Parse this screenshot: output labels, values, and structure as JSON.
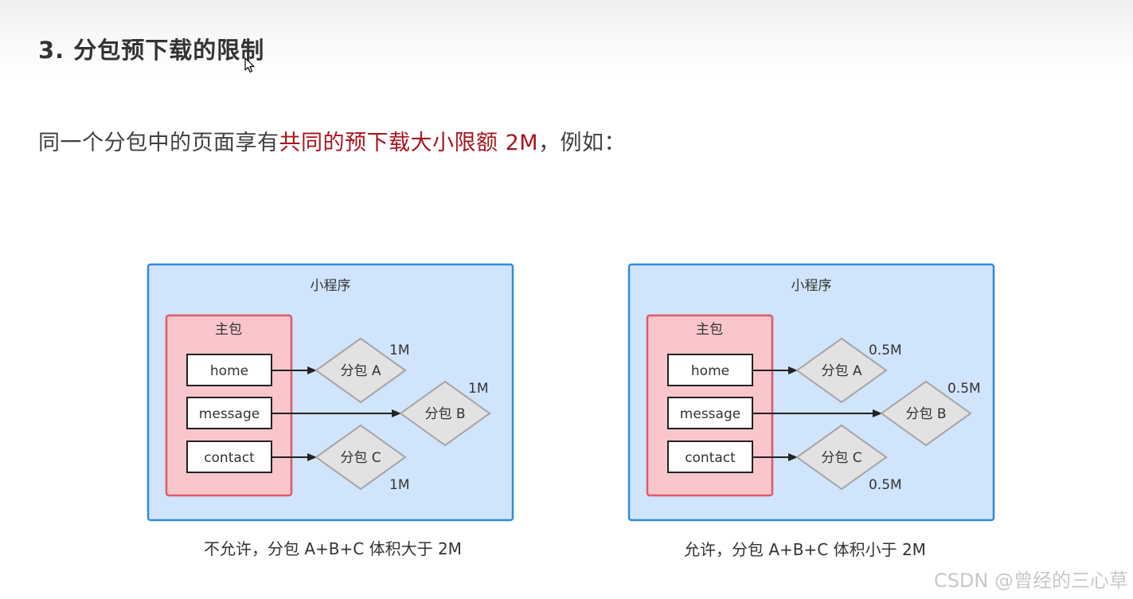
{
  "slide": {
    "title": "3. 分包预下载的限制",
    "desc_before": "同一个分包中的页面享有",
    "desc_highlight": "共同的预下载大小限额 2M",
    "desc_after": "，例如：",
    "highlight_color": "#a8141e"
  },
  "diagrams": [
    {
      "app_label": "小程序",
      "main_label": "主包",
      "pages": [
        "home",
        "message",
        "contact"
      ],
      "subpackages": [
        {
          "label": "分包 A",
          "size": "1M"
        },
        {
          "label": "分包 B",
          "size": "1M"
        },
        {
          "label": "分包 C",
          "size": "1M"
        }
      ],
      "caption": "不允许，分包 A+B+C 体积大于 2M"
    },
    {
      "app_label": "小程序",
      "main_label": "主包",
      "pages": [
        "home",
        "message",
        "contact"
      ],
      "subpackages": [
        {
          "label": "分包 A",
          "size": "0.5M"
        },
        {
          "label": "分包 B",
          "size": "0.5M"
        },
        {
          "label": "分包 C",
          "size": "0.5M"
        }
      ],
      "caption": "允许，分包 A+B+C 体积小于 2M"
    }
  ],
  "colors": {
    "app_fill": "#d0e4fb",
    "app_stroke": "#2d8cdf",
    "main_fill": "#f9c6cc",
    "main_stroke": "#e0596b",
    "diamond_fill": "#e2e2e2",
    "diamond_stroke": "#a6a6a6",
    "arrow": "#222222"
  },
  "watermark": "CSDN @曾经的三心草"
}
